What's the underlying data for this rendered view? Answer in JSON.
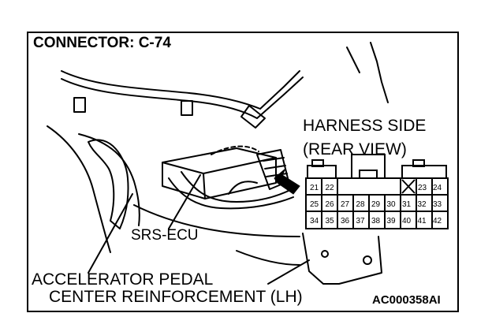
{
  "title": "CONNECTOR: C-74",
  "view_label_line1": "HARNESS SIDE",
  "view_label_line2": "(REAR VIEW)",
  "component_label": "SRS-ECU",
  "location_label_line1": "ACCELERATOR PEDAL",
  "location_label_line2": "CENTER REINFORCEMENT (LH)",
  "figure_id": "AC000358AI",
  "connector": {
    "row1": [
      "21",
      "22",
      "",
      "",
      "",
      "",
      "",
      "X",
      "23",
      "24"
    ],
    "row2": [
      "25",
      "26",
      "27",
      "28",
      "29",
      "30",
      "31",
      "32",
      "33"
    ],
    "row3": [
      "34",
      "35",
      "36",
      "37",
      "38",
      "39",
      "40",
      "41",
      "42"
    ]
  },
  "icons": [
    "arrow-icon"
  ]
}
